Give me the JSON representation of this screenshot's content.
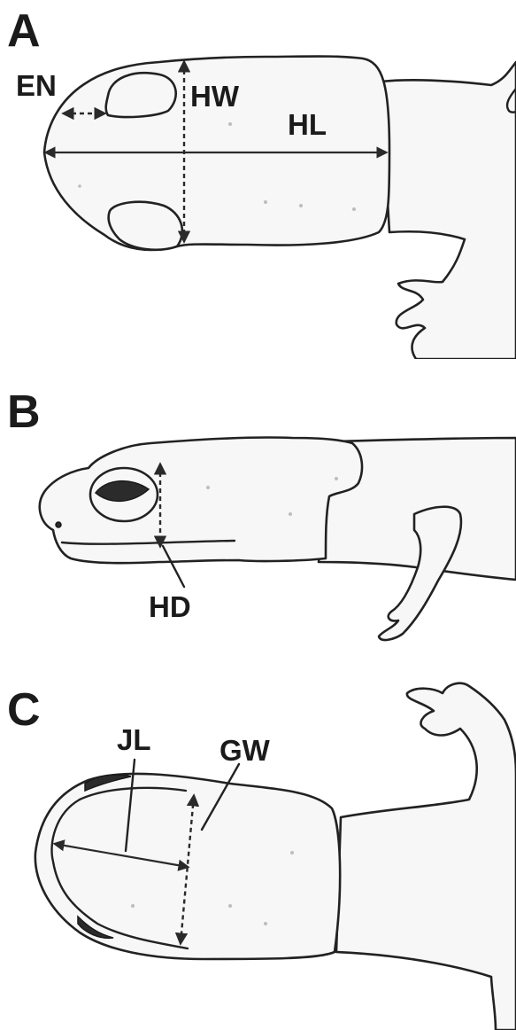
{
  "panels": [
    {
      "letter": "A",
      "view": "dorsal",
      "measurements": [
        {
          "label": "EN"
        },
        {
          "label": "HW"
        },
        {
          "label": "HL"
        }
      ]
    },
    {
      "letter": "B",
      "view": "lateral",
      "measurements": [
        {
          "label": "HD"
        }
      ]
    },
    {
      "letter": "C",
      "view": "ventral",
      "measurements": [
        {
          "label": "JL"
        },
        {
          "label": "GW"
        }
      ]
    }
  ],
  "colors": {
    "outline": "#222222",
    "fill": "#f7f7f7",
    "pigment": "#2b2b2b",
    "text": "#1b1b1b"
  }
}
